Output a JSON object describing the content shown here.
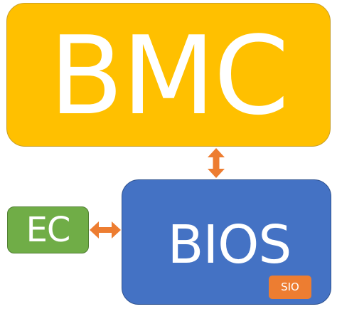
{
  "blocks": {
    "bmc": {
      "label": "BMC"
    },
    "bios": {
      "label": "BIOS"
    },
    "ec": {
      "label": "EC"
    },
    "sio": {
      "label": "SIO"
    }
  },
  "colors": {
    "bmc_fill": "#FFC000",
    "bios_fill": "#4472C4",
    "ec_fill": "#70AD47",
    "sio_fill": "#ED7D31",
    "arrow": "#ED7D31",
    "text": "#FFFFFF"
  },
  "connections": [
    {
      "from": "bmc",
      "to": "bios",
      "direction": "bidirectional"
    },
    {
      "from": "ec",
      "to": "bios",
      "direction": "bidirectional"
    }
  ]
}
